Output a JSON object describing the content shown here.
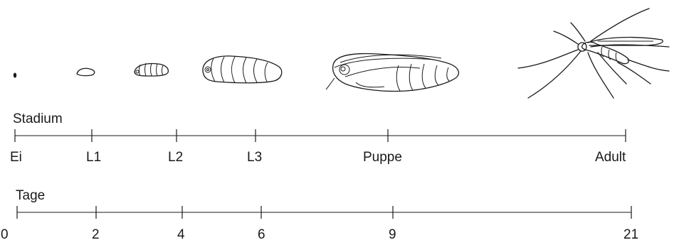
{
  "stage_timeline": {
    "label": "Stadium",
    "ticks": [
      "Ei",
      "L1",
      "L2",
      "L3",
      "Puppe",
      "Adult"
    ]
  },
  "day_timeline": {
    "label": "Tage",
    "ticks": [
      "0",
      "2",
      "4",
      "6",
      "9",
      "21"
    ]
  },
  "illustrations": [
    "egg",
    "larva-L1",
    "larva-L2",
    "larva-L3",
    "pupa",
    "adult-fly"
  ],
  "colors": {
    "ink": "#1a1a1a",
    "background": "#ffffff"
  }
}
